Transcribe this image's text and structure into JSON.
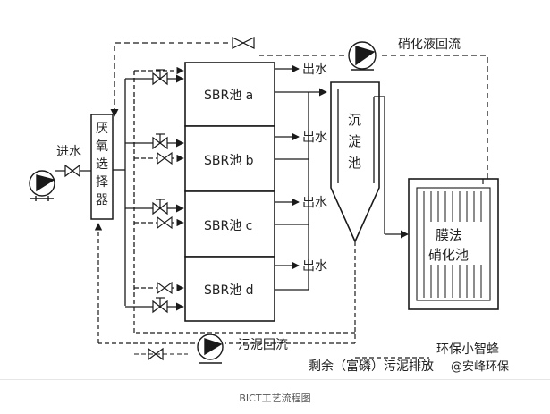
{
  "labels": {
    "inlet": "进水",
    "selector": [
      "厌",
      "氧",
      "选",
      "择",
      "器"
    ],
    "sbr_a": "SBR池 a",
    "sbr_b": "SBR池 b",
    "sbr_c": "SBR池 c",
    "sbr_d": "SBR池 d",
    "outlet": "出水",
    "clarifier": [
      "沉",
      "淀",
      "池"
    ],
    "membrane": [
      "膜法",
      "硝化池"
    ],
    "nitrate_return": "硝化液回流",
    "sludge_return": "污泥回流",
    "excess_sludge": "剩余（富磷）污泥排放",
    "watermark": "环保小智蜂",
    "watermark2": "@安峰环保"
  },
  "caption": "BICT工艺流程图",
  "colors": {
    "line": "#1a1a1a",
    "background": "#ffffff"
  }
}
